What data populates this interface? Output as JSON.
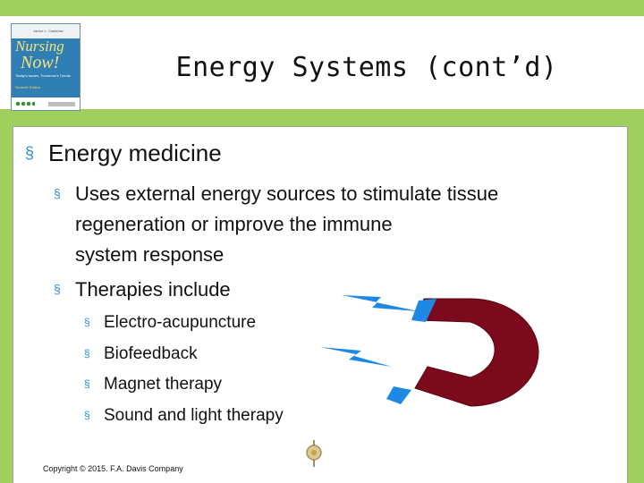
{
  "slide": {
    "title": "Energy Systems (cont’d)",
    "colors": {
      "frame_green": "#9fcf5c",
      "bullet_blue": "#2e8fd6",
      "magnet_red": "#7a0a1c",
      "bolt_blue": "#1e88e5"
    }
  },
  "book_cover": {
    "author": "Janice L. Castelow",
    "title_line1": "Nursing",
    "title_line2": "Now!",
    "subtitle": "Today's Issues, Tomorrow's Trends",
    "edition": "Seventh Edition"
  },
  "bullets": {
    "level1": "Energy medicine",
    "level2": [
      {
        "lines": [
          "Uses external energy sources to stimulate tissue",
          "regeneration or improve the immune",
          "system response"
        ]
      },
      {
        "lines": [
          "Therapies include"
        ]
      }
    ],
    "level3": [
      "Electro-acupuncture",
      "Biofeedback",
      "Magnet therapy",
      "Sound and light therapy"
    ],
    "bullet_glyph": "§"
  },
  "illustration": {
    "icon": "magnet-with-lightning-icon"
  },
  "footer": {
    "copyright": "Copyright © 2015. F.A. Davis Company"
  }
}
